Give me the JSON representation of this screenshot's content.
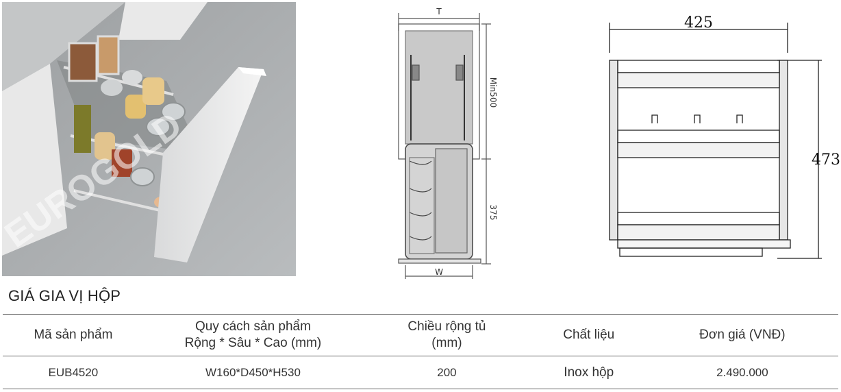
{
  "photo": {
    "watermark": "EUROGOLD"
  },
  "diagram_side": {
    "top_label": "T",
    "vertical_label_upper": "Min500",
    "vertical_label_lower": "375",
    "bottom_label": "W"
  },
  "diagram_front": {
    "width_label": "425",
    "height_label": "473"
  },
  "product": {
    "title": "GIÁ GIA VỊ HỘP",
    "headers": {
      "code": "Mã sản phẩm",
      "spec_line1": "Quy cách sản phẩm",
      "spec_line2": "Rộng * Sâu * Cao (mm)",
      "width_line1": "Chiều rộng tủ",
      "width_line2": "(mm)",
      "material": "Chất liệu",
      "price": "Đơn giá  (VNĐ)"
    },
    "row": {
      "code": "EUB4520",
      "spec": "W160*D450*H530",
      "cabinet_width": "200",
      "material": "Inox hộp",
      "price": "2.490.000"
    }
  }
}
